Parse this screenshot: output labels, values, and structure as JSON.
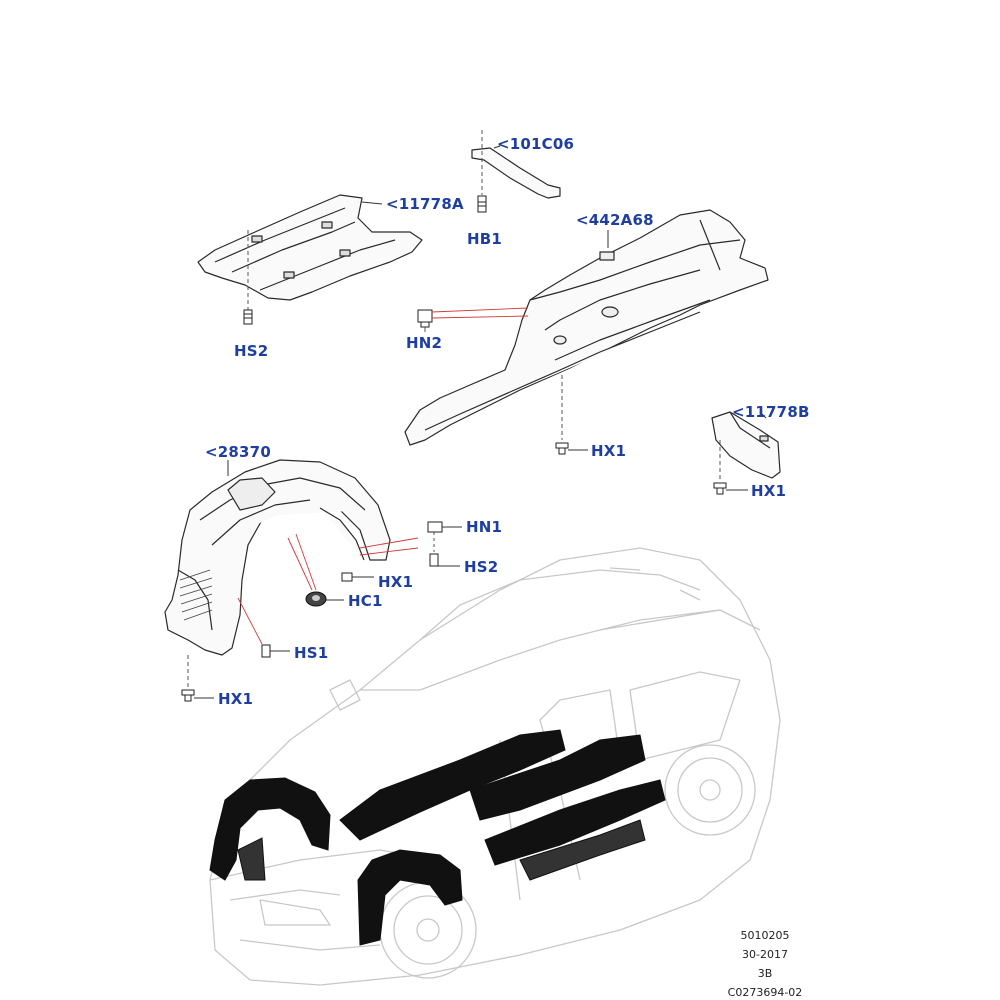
{
  "callouts": {
    "c_101c06": "<101C06",
    "c_11778a": "<11778A",
    "c_hb1": "HB1",
    "c_442a68": "<442A68",
    "c_hs2_top": "HS2",
    "c_hn2": "HN2",
    "c_hx1_tray": "HX1",
    "c_11778b": "<11778B",
    "c_hx1_bracket": "HX1",
    "c_28370": "<28370",
    "c_hn1": "HN1",
    "c_hs2_mid": "HS2",
    "c_hx1_mid": "HX1",
    "c_hc1": "HC1",
    "c_hs1": "HS1",
    "c_hx1_bottom": "HX1"
  },
  "doc_ref": {
    "line1": "5010205",
    "line2": "30-2017",
    "line3": "3B",
    "line4": "C0273694-02"
  },
  "colors": {
    "callout_text": "#1f3fa0",
    "part_outline": "#2a2a2a",
    "car_outline": "#c8c8c8",
    "leader_red": "#d23a3a",
    "highlight_fill": "#111111"
  }
}
